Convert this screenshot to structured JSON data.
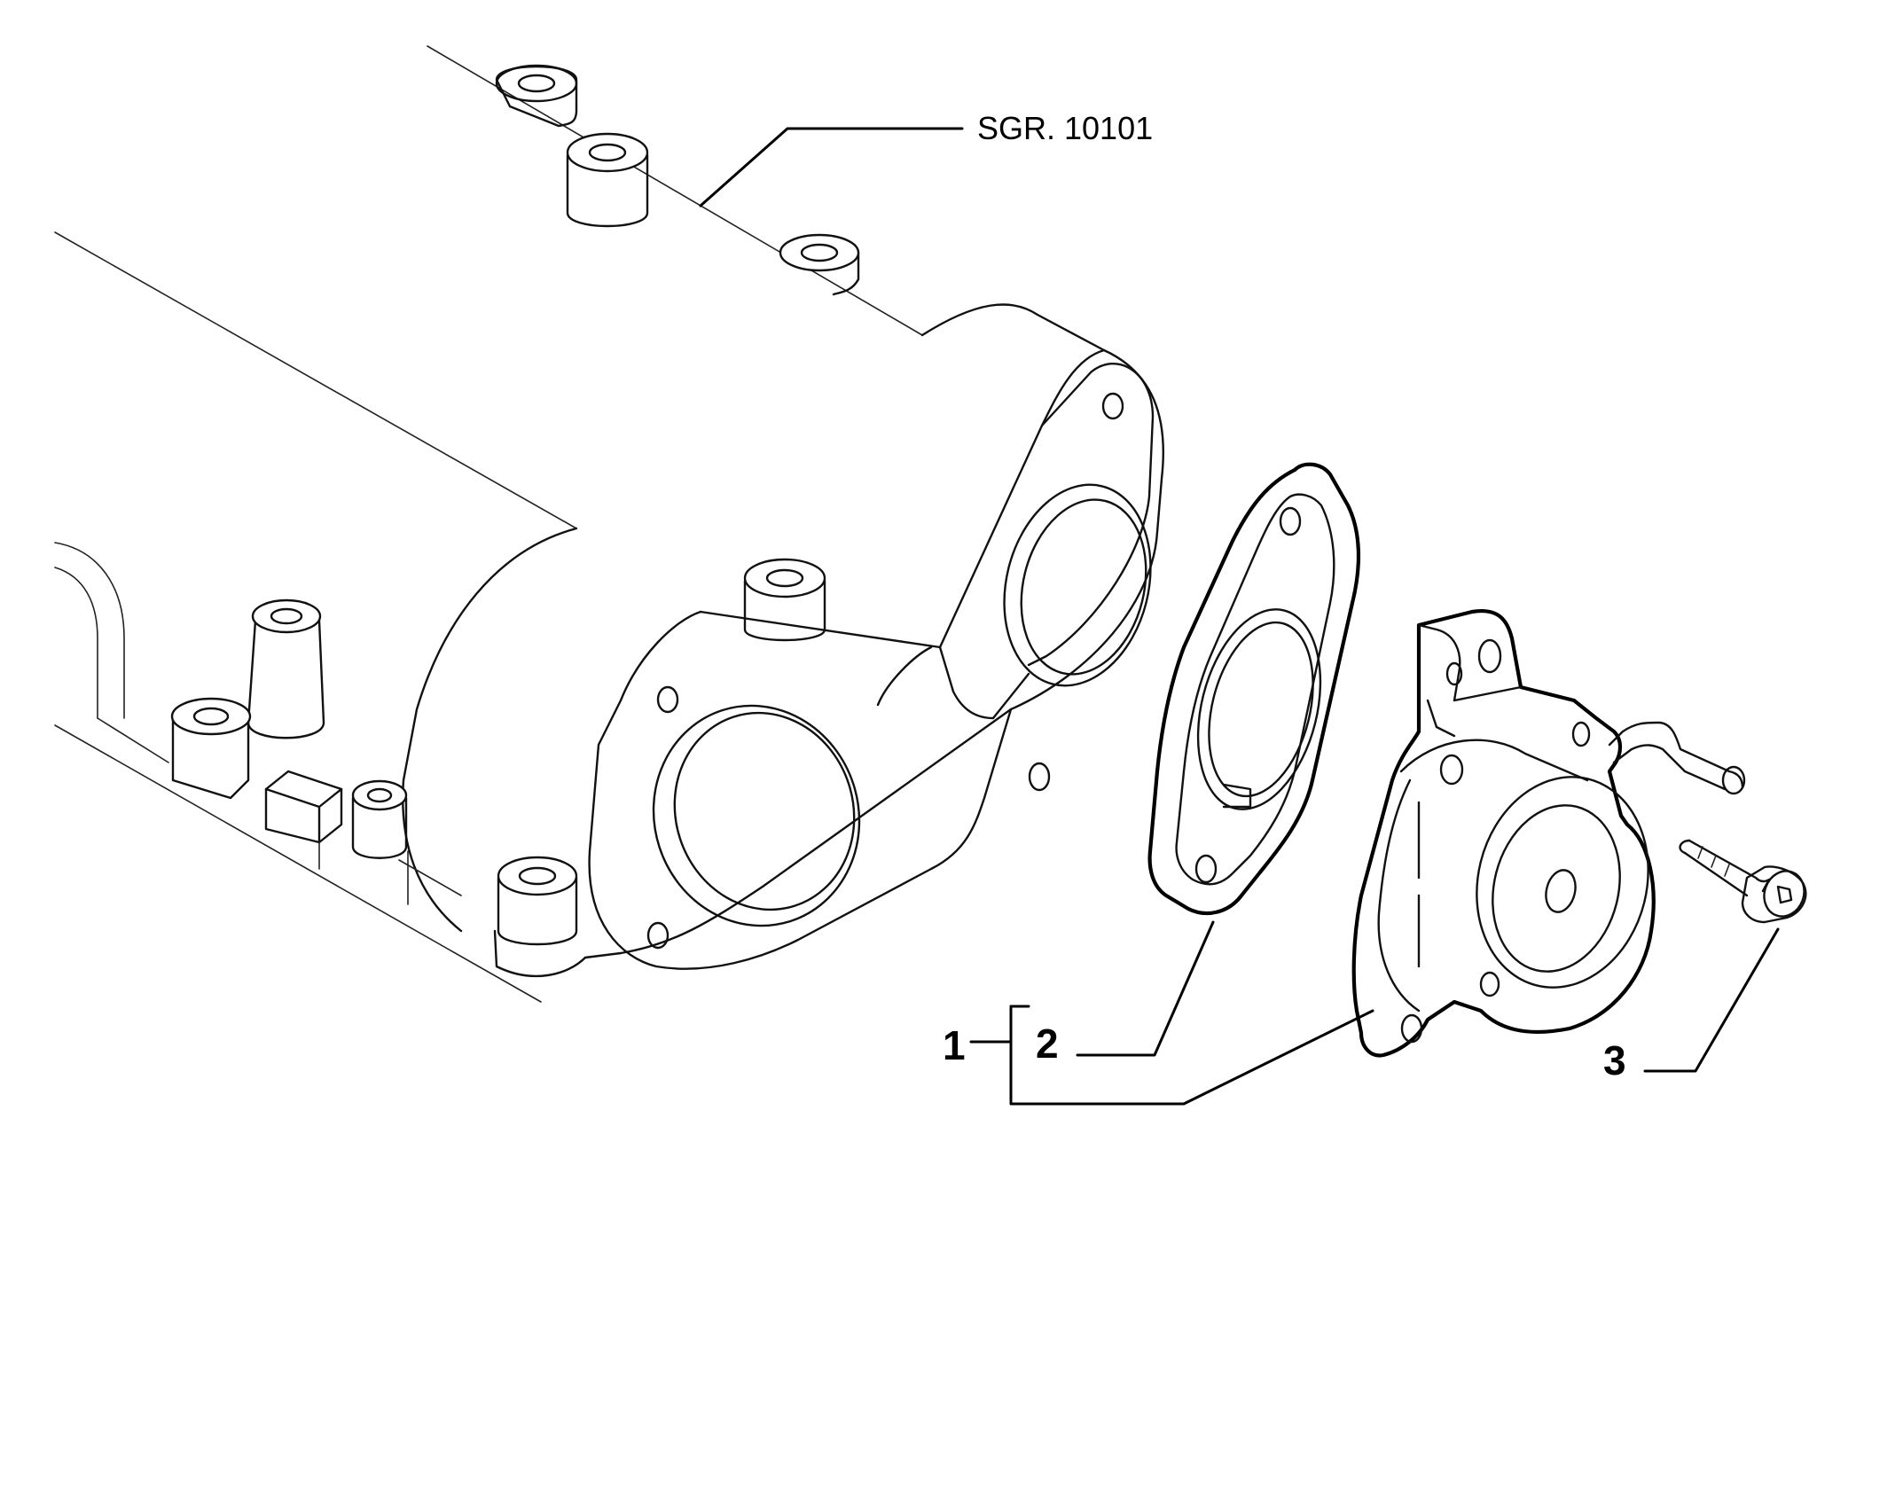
{
  "reference": {
    "text": "SGR. 10101"
  },
  "callouts": [
    {
      "number": "1"
    },
    {
      "number": "2"
    },
    {
      "number": "3"
    }
  ]
}
